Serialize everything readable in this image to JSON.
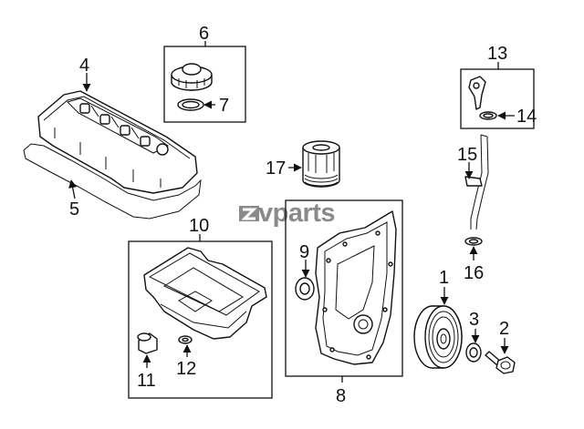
{
  "watermark": {
    "brand": "vparts"
  },
  "callouts": {
    "p1": "1",
    "p2": "2",
    "p3": "3",
    "p4": "4",
    "p5": "5",
    "p6": "6",
    "p7": "7",
    "p8": "8",
    "p9": "9",
    "p10": "10",
    "p11": "11",
    "p12": "12",
    "p13": "13",
    "p14": "14",
    "p15": "15",
    "p16": "16",
    "p17": "17"
  },
  "colors": {
    "line": "#111111",
    "watermark": "#8a8a8a",
    "background": "#ffffff"
  }
}
